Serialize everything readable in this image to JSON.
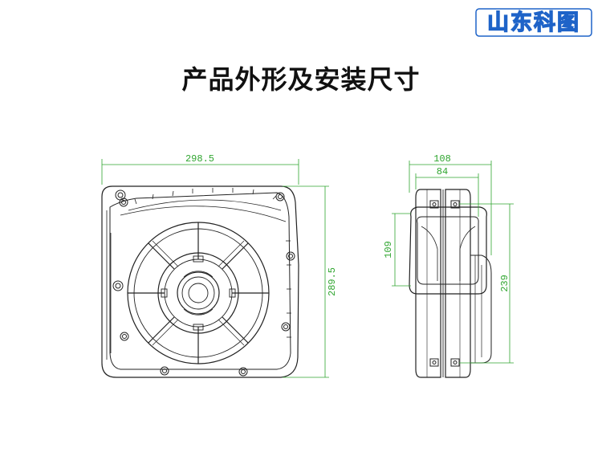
{
  "logo": {
    "text": "山东科图",
    "color": "#1e63c8"
  },
  "title": "产品外形及安装尺寸",
  "dimensions": {
    "front_width": "298.5",
    "front_height": "289.5",
    "side_outer_width": "108",
    "side_inner_width": "84",
    "side_slot_height": "109",
    "side_hole_spacing": "239"
  },
  "colors": {
    "line": "#222222",
    "dimension": "#2fa52f"
  }
}
